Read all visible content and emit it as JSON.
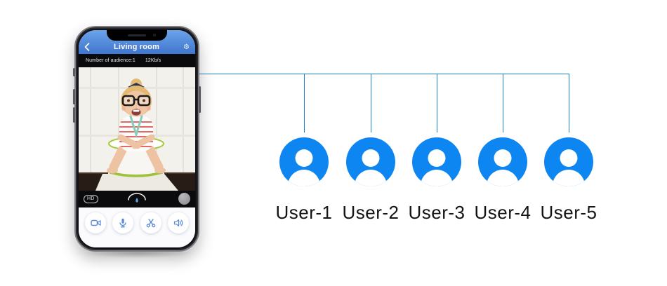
{
  "colors": {
    "avatar_blue": "#0d86f1",
    "connector_line_blue": "#1a7fd0",
    "header_gradient_top": "#6ba3ea",
    "header_gradient_bottom": "#4076cc",
    "control_icon_blue": "#5b87d8"
  },
  "phone": {
    "header": {
      "back_icon": "chevron-left-icon",
      "title": "Living room",
      "settings_icon": "gear-icon"
    },
    "status_bar": {
      "audience_label": "Number of audience:1",
      "bitrate": "12Kb/s"
    },
    "video_overlay": {
      "quality_badge": "HD",
      "pan_indicator_icon": "arc-drop-icon",
      "snapshot_thumbnail_icon": "circle-thumbnail"
    },
    "controls": [
      {
        "name": "record-video",
        "icon": "camcorder-icon"
      },
      {
        "name": "talk",
        "icon": "microphone-icon"
      },
      {
        "name": "snapshot",
        "icon": "scissors-icon"
      },
      {
        "name": "audio",
        "icon": "speaker-icon"
      }
    ]
  },
  "users": [
    {
      "label": "User-1"
    },
    {
      "label": "User-2"
    },
    {
      "label": "User-3"
    },
    {
      "label": "User-4"
    },
    {
      "label": "User-5"
    }
  ]
}
